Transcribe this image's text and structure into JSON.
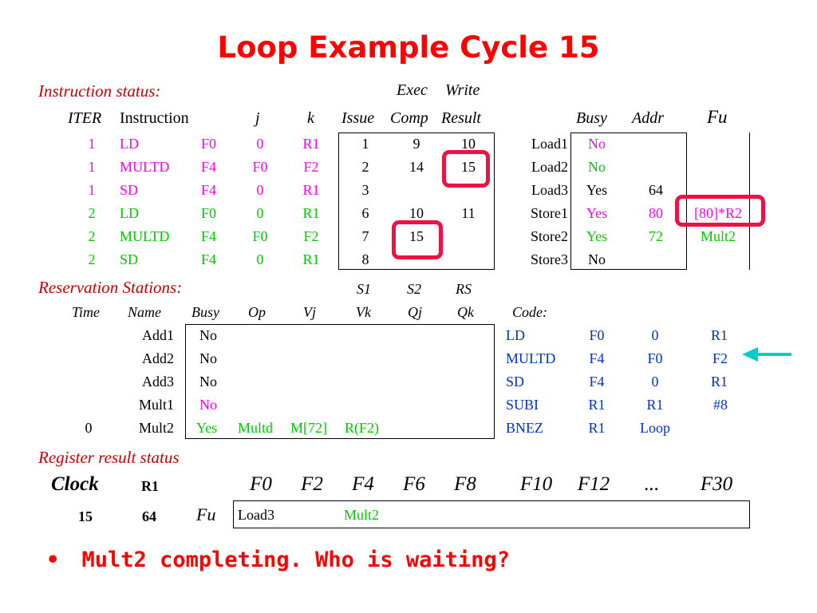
{
  "slide": {
    "title": "Loop Example Cycle 15",
    "bullet_glyph": "•",
    "bullet": "Mult2 completing.  Who is waiting?"
  },
  "instruction_status": {
    "section_label": "Instruction status:",
    "header_top": {
      "exec": "Exec",
      "write": "Write"
    },
    "headers": [
      "ITER",
      "Instruction",
      "j",
      "k",
      "Issue",
      "Comp",
      "Result"
    ],
    "rows": [
      {
        "iter": "1",
        "op": "LD",
        "dst": "F0",
        "j": "0",
        "k": "R1",
        "issue": "1",
        "comp": "9",
        "result": "10"
      },
      {
        "iter": "1",
        "op": "MULTD",
        "dst": "F4",
        "j": "F0",
        "k": "F2",
        "issue": "2",
        "comp": "14",
        "result": "15"
      },
      {
        "iter": "1",
        "op": "SD",
        "dst": "F4",
        "j": "0",
        "k": "R1",
        "issue": "3",
        "comp": "",
        "result": ""
      },
      {
        "iter": "2",
        "op": "LD",
        "dst": "F0",
        "j": "0",
        "k": "R1",
        "issue": "6",
        "comp": "10",
        "result": "11"
      },
      {
        "iter": "2",
        "op": "MULTD",
        "dst": "F4",
        "j": "F0",
        "k": "F2",
        "issue": "7",
        "comp": "15",
        "result": ""
      },
      {
        "iter": "2",
        "op": "SD",
        "dst": "F4",
        "j": "0",
        "k": "R1",
        "issue": "8",
        "comp": "",
        "result": ""
      }
    ]
  },
  "load_store_buffers": {
    "headers": [
      "Busy",
      "Addr",
      "Fu"
    ],
    "rows": [
      {
        "name": "Load1",
        "busy": "No",
        "addr": "",
        "fu": ""
      },
      {
        "name": "Load2",
        "busy": "No",
        "addr": "",
        "fu": ""
      },
      {
        "name": "Load3",
        "busy": "Yes",
        "addr": "64",
        "fu": ""
      },
      {
        "name": "Store1",
        "busy": "Yes",
        "addr": "80",
        "fu": "[80]*R2"
      },
      {
        "name": "Store2",
        "busy": "Yes",
        "addr": "72",
        "fu": "Mult2"
      },
      {
        "name": "Store3",
        "busy": "No",
        "addr": "",
        "fu": ""
      }
    ]
  },
  "reservation_stations": {
    "section_label": "Reservation Stations:",
    "header_top": [
      "S1",
      "S2",
      "RS"
    ],
    "headers": [
      "Time",
      "Name",
      "Busy",
      "Op",
      "Vj",
      "Vk",
      "Qj",
      "Qk"
    ],
    "rows": [
      {
        "time": "",
        "name": "Add1",
        "busy": "No",
        "op": "",
        "vj": "",
        "vk": "",
        "qj": "",
        "qk": ""
      },
      {
        "time": "",
        "name": "Add2",
        "busy": "No",
        "op": "",
        "vj": "",
        "vk": "",
        "qj": "",
        "qk": ""
      },
      {
        "time": "",
        "name": "Add3",
        "busy": "No",
        "op": "",
        "vj": "",
        "vk": "",
        "qj": "",
        "qk": ""
      },
      {
        "time": "",
        "name": "Mult1",
        "busy": "No",
        "op": "",
        "vj": "",
        "vk": "",
        "qj": "",
        "qk": ""
      },
      {
        "time": "0",
        "name": "Mult2",
        "busy": "Yes",
        "op": "Multd",
        "vj": "M[72]",
        "vk": "R(F2)",
        "qj": "",
        "qk": ""
      }
    ]
  },
  "code": {
    "label": "Code:",
    "lines": [
      [
        "LD",
        "F0",
        "0",
        "R1"
      ],
      [
        "MULTD",
        "F4",
        "F0",
        "F2"
      ],
      [
        "SD",
        "F4",
        "0",
        "R1"
      ],
      [
        "SUBI",
        "R1",
        "R1",
        "#8"
      ],
      [
        "BNEZ",
        "R1",
        "Loop",
        ""
      ]
    ],
    "current_line": 1
  },
  "register_status": {
    "section_label": "Register result status",
    "clock_label": "Clock",
    "r1_label": "R1",
    "clock_value": "15",
    "r1_value": "64",
    "fu_label": "Fu",
    "registers": [
      "F0",
      "F2",
      "F4",
      "F6",
      "F8",
      "F10",
      "F12",
      "...",
      "F30"
    ],
    "fu_values": [
      "Load3",
      "",
      "Mult2",
      "",
      "",
      "",
      "",
      "",
      ""
    ]
  },
  "colors": {
    "title": "#ff0000",
    "section_label": "#cc0000",
    "magenta": "#ff00ff",
    "green": "#00cc00",
    "code_blue": "#0033cc",
    "highlight": "#ee1144",
    "arrow": "#00cccc"
  },
  "icons": {
    "arrow": "left-arrow-icon"
  }
}
